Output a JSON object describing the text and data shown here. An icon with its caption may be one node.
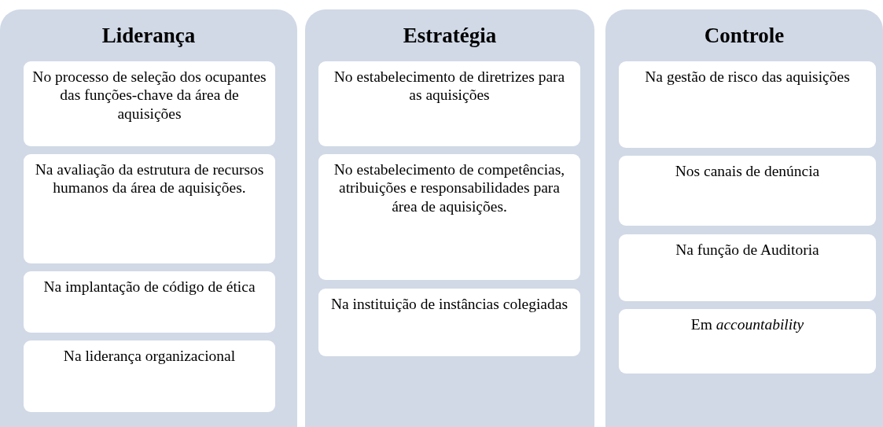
{
  "diagram": {
    "nodes": [
      {
        "text": [
          "Liderança"
        ]
      },
      {
        "text": [
          "No processo de seleção dos ocupantes das funções-chave da área de aquisições"
        ],
        "in": 0
      },
      {
        "text": [
          "Na avaliação da estrutura de recursos humanos da área de aquisições."
        ],
        "in": 0
      },
      {
        "text": [
          "Na implantação de código de ética"
        ],
        "in": 0
      },
      {
        "text": [
          "Na liderança organizacional"
        ],
        "in": 0
      },
      {
        "text": [
          "Estratégia"
        ]
      },
      {
        "text": [
          "No estabelecimento de diretrizes para as aquisições"
        ],
        "in": 5
      },
      {
        "text": [
          "No estabelecimento de competências, atribuições e responsabilidades para área de aquisições."
        ],
        "in": 5
      },
      {
        "text": [
          "Na instituição de instâncias colegiadas"
        ],
        "in": 5
      },
      {
        "text": [
          "Controle"
        ]
      },
      {
        "text": [
          "Na gestão de risco das aquisições"
        ],
        "in": 9
      },
      {
        "text": [
          "Nos canais de denúncia"
        ],
        "in": 9
      },
      {
        "text": [
          "Na função de Auditoria"
        ],
        "in": 9
      },
      {
        "text": [
          "Em *accountability*"
        ],
        "in": 9
      }
    ]
  }
}
